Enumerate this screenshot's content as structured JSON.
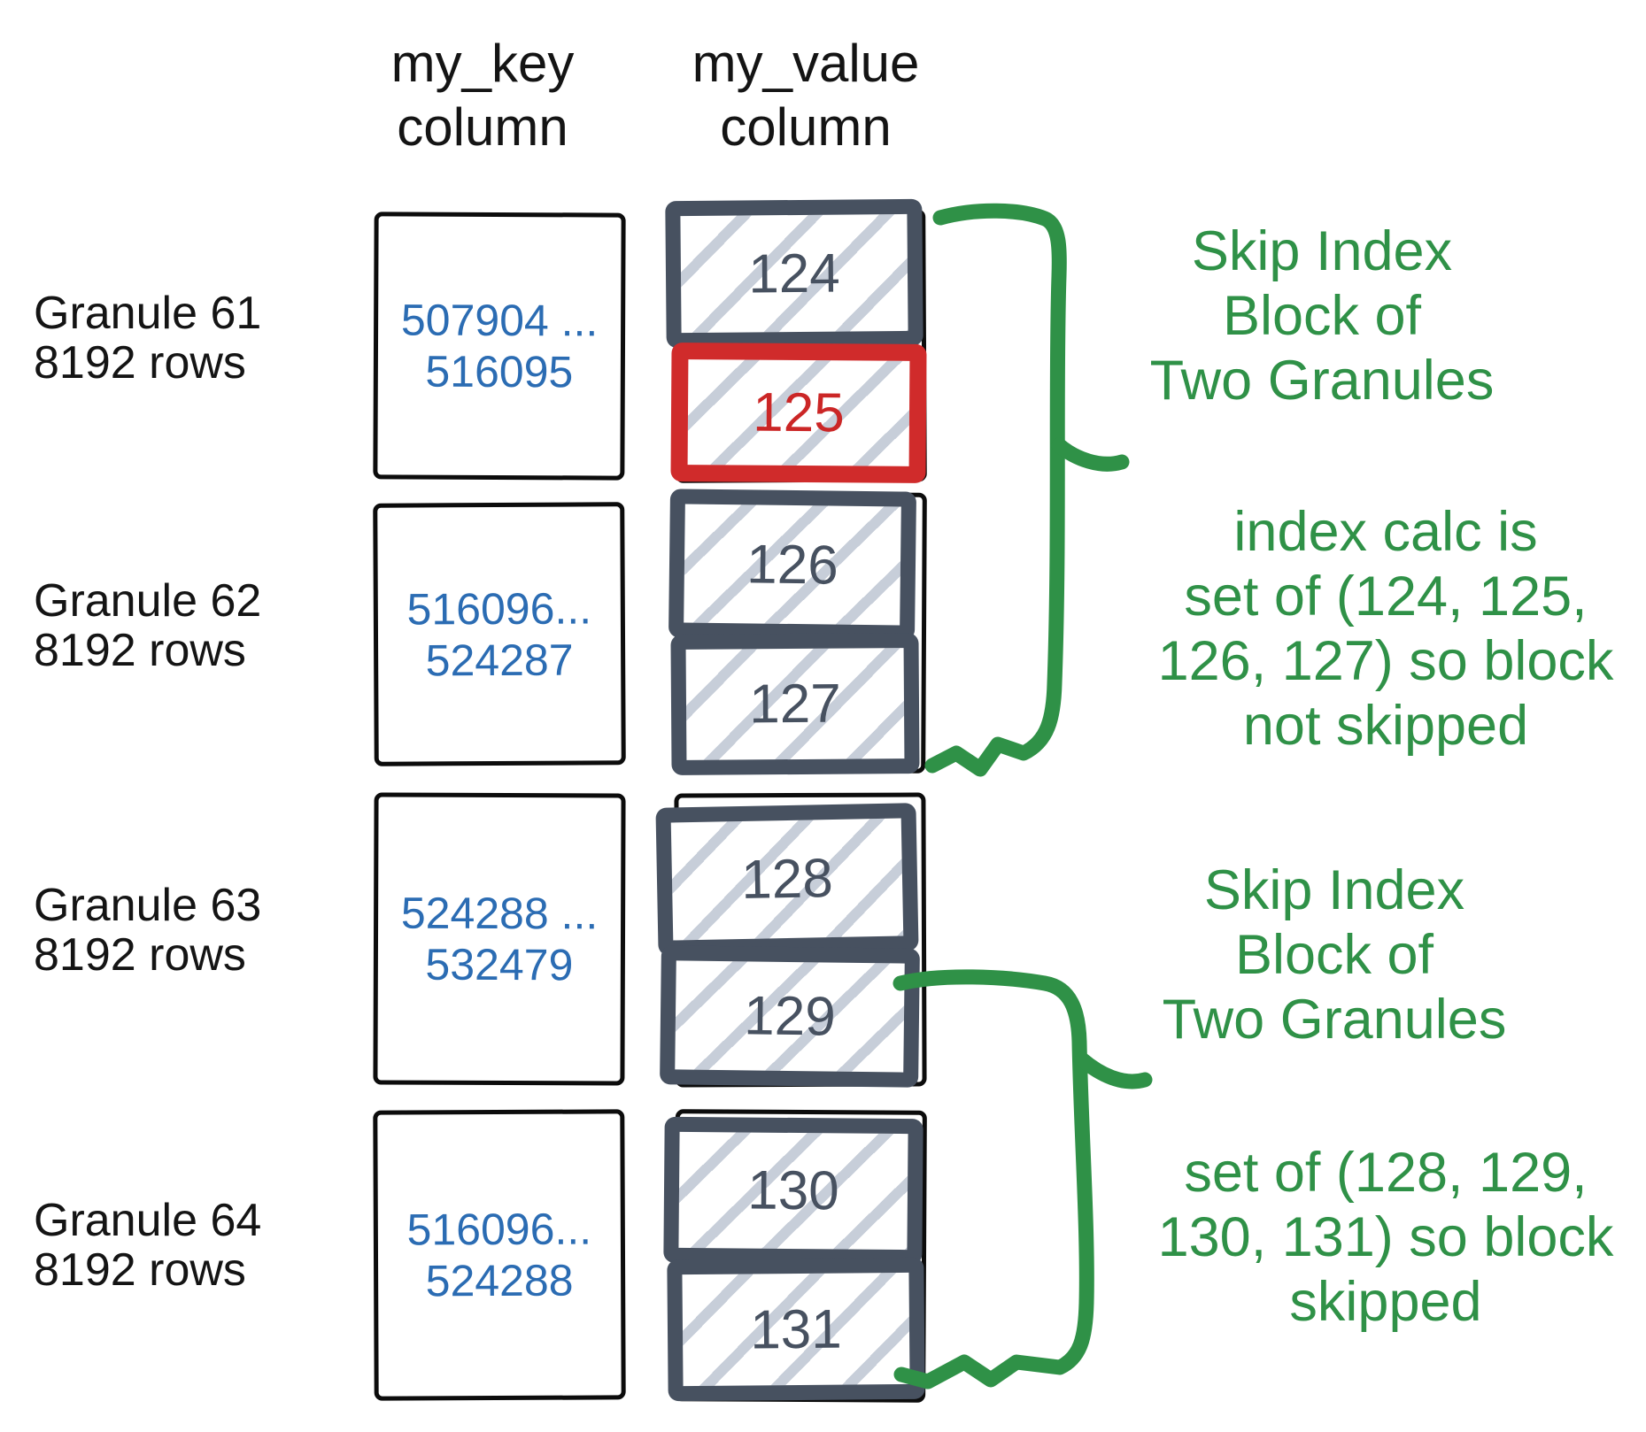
{
  "colors": {
    "green": "#2f9147",
    "blue": "#2b6cb3",
    "red": "#d02b2b",
    "dark_slate": "#475160",
    "hatch": "#c7ced9",
    "black": "#141414"
  },
  "columns": [
    {
      "id": "key",
      "title_lines": [
        "my_key",
        "column"
      ]
    },
    {
      "id": "value",
      "title_lines": [
        "my_value",
        "column"
      ]
    }
  ],
  "granules": [
    {
      "name": "Granule 61",
      "rows": "8192 rows",
      "key_lines": [
        "507904 ...",
        "516095"
      ],
      "blocks": [
        {
          "value": "124",
          "highlight": false
        },
        {
          "value": "125",
          "highlight": true
        }
      ]
    },
    {
      "name": "Granule 62",
      "rows": "8192 rows",
      "key_lines": [
        "516096...",
        "524287"
      ],
      "blocks": [
        {
          "value": "126",
          "highlight": false
        },
        {
          "value": "127",
          "highlight": false
        }
      ]
    },
    {
      "name": "Granule 63",
      "rows": "8192 rows",
      "key_lines": [
        "524288 ...",
        "532479"
      ],
      "blocks": [
        {
          "value": "128",
          "highlight": false
        },
        {
          "value": "129",
          "highlight": false
        }
      ]
    },
    {
      "name": "Granule 64",
      "rows": "8192 rows",
      "key_lines": [
        "516096...",
        "524288"
      ],
      "blocks": [
        {
          "value": "130",
          "highlight": false
        },
        {
          "value": "131",
          "highlight": false
        }
      ]
    }
  ],
  "annotations": [
    {
      "lines": [
        "Skip Index",
        "Block of",
        "Two Granules"
      ]
    },
    {
      "lines": [
        "index calc is",
        "set of (124, 125,",
        "126, 127) so block",
        "not skipped"
      ]
    },
    {
      "lines": [
        "Skip Index",
        "Block of",
        "Two Granules"
      ]
    },
    {
      "lines": [
        "set of (128, 129,",
        "130, 131) so block",
        "skipped"
      ]
    }
  ]
}
